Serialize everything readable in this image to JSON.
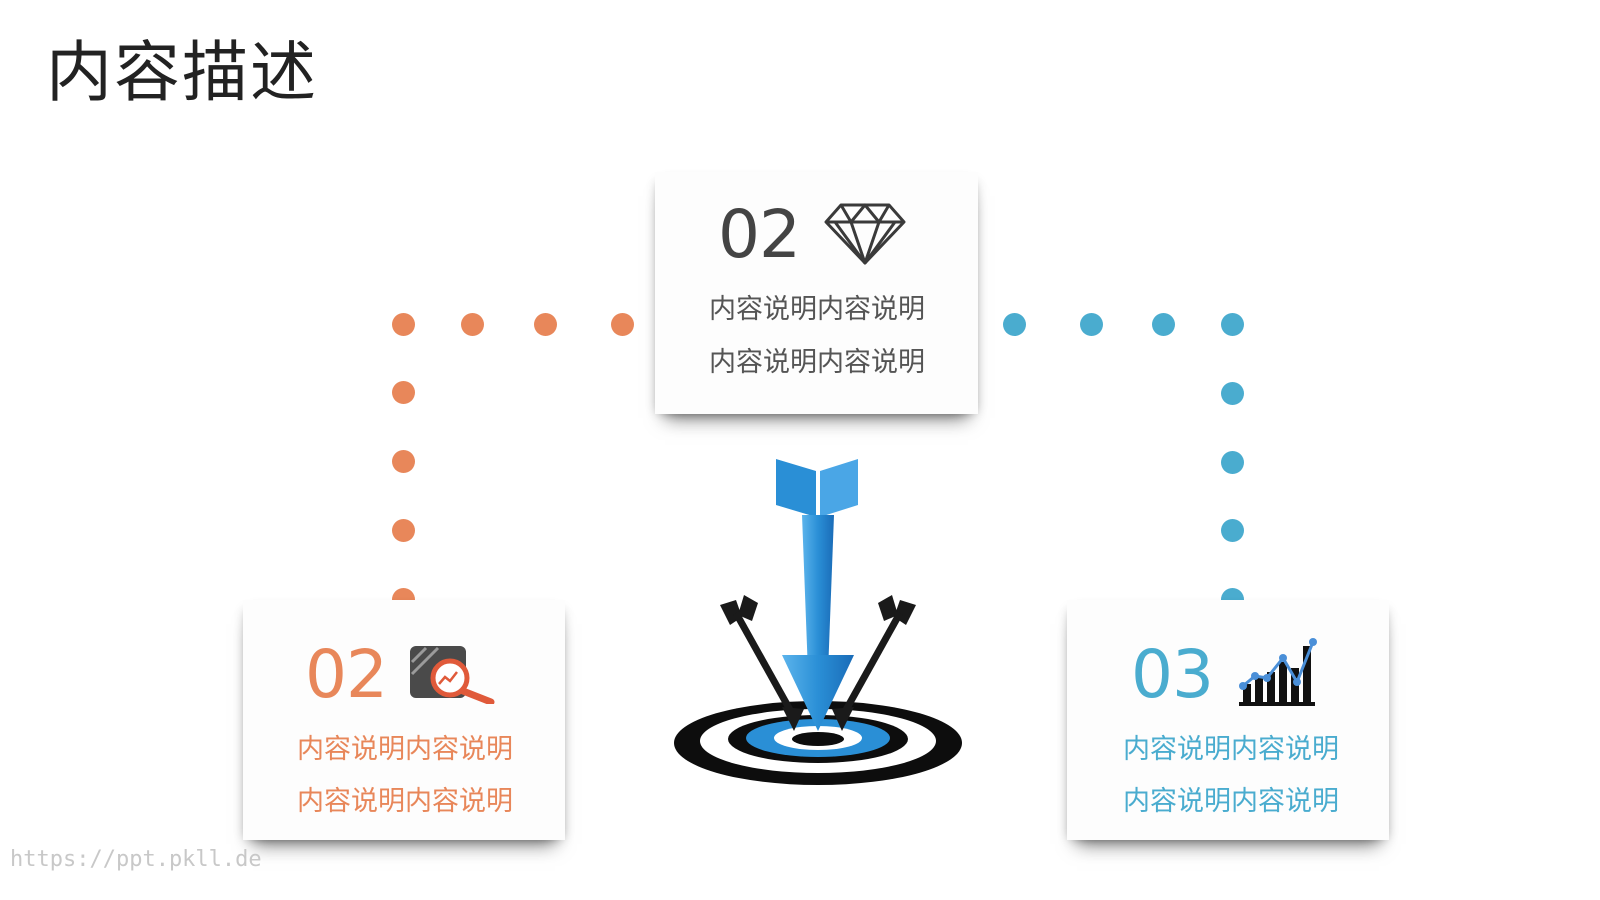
{
  "page": {
    "title": "内容描述",
    "watermark": "https://ppt.pkll.de"
  },
  "colors": {
    "orange": "#e8875a",
    "blue": "#4aaccf",
    "dark": "#444444",
    "arrow_blue": "#2a8fd6"
  },
  "cards": {
    "top": {
      "number": "02",
      "icon": "diamond-icon",
      "lines": [
        "内容说明内容说明",
        "内容说明内容说明"
      ]
    },
    "left": {
      "number": "02",
      "icon": "search-analytics-icon",
      "lines": [
        "内容说明内容说明",
        "内容说明内容说明"
      ]
    },
    "right": {
      "number": "03",
      "icon": "growth-chart-icon",
      "lines": [
        "内容说明内容说明",
        "内容说明内容说明"
      ]
    }
  },
  "center_graphic": "target-arrows-icon"
}
